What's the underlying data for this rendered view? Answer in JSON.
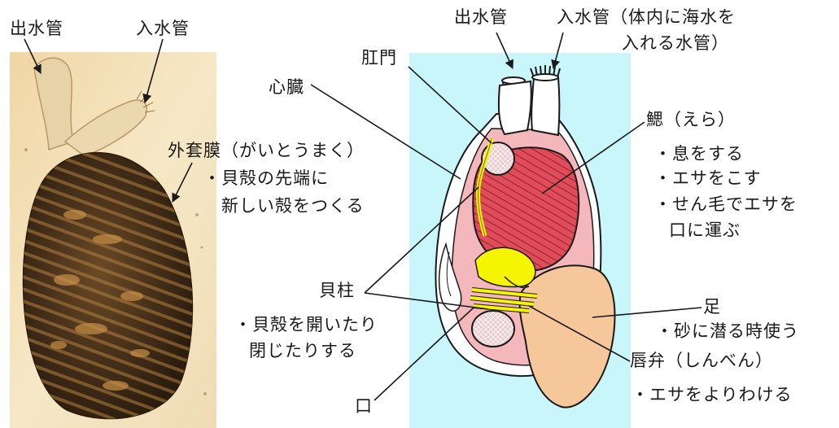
{
  "photo_labels": {
    "outlet": "出水管",
    "inlet": "入水管",
    "mantle": "外套膜（がいとうまく）",
    "mantle_desc_1": "・貝殻の先端に",
    "mantle_desc_2": "新しい殻をつくる"
  },
  "diagram_labels": {
    "outlet": "出水管",
    "inlet_1": "入水管（体内に海水を",
    "inlet_2": "入れる水管）",
    "anus": "肛門",
    "heart": "心臓",
    "gill": "鰓（えら）",
    "gill_desc_1": "・息をする",
    "gill_desc_2": "・エサをこす",
    "gill_desc_3": "・せん毛でエサを",
    "gill_desc_4": "口に運ぶ",
    "adductor": "貝柱",
    "adductor_desc_1": "・貝殻を開いたり",
    "adductor_desc_2": "閉じたりする",
    "foot": "足",
    "foot_desc": "・砂に潜る時使う",
    "palp": "唇弁（しんべん）",
    "palp_desc": "・エサをよりわける",
    "mouth": "口"
  },
  "colors": {
    "background_panel": "#c8f6fa",
    "gill": "#e04c5a",
    "mantle_pink": "#f4b8bc",
    "foot": "#f7c79c",
    "yellow_organ": "#f5f500"
  }
}
